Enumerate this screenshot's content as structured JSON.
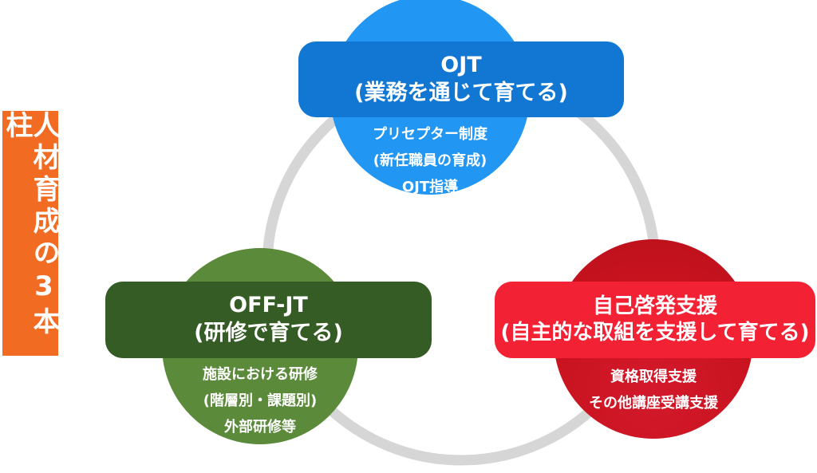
{
  "side_label": "人材育成の3本柱",
  "ojt": {
    "title": "OJT",
    "subtitle": "(業務を通じて育てる)",
    "items": [
      "プリセプター制度",
      "(新任職員の育成)",
      "OJT指導"
    ]
  },
  "off_jt": {
    "title": "OFF-JT",
    "subtitle": "(研修で育てる)",
    "items": [
      "施設における研修",
      "(階層別・課題別)",
      "外部研修等"
    ]
  },
  "self_dev": {
    "title": "自己啓発支援",
    "subtitle": "(自主的な取組を支援して育てる)",
    "items": [
      "資格取得支援",
      "その他講座受講支援"
    ]
  },
  "colors": {
    "ojt_circle": "#2196f3",
    "ojt_banner": "#1277d2",
    "off_circle": "#5a8a3a",
    "off_banner": "#345c24",
    "self_circle": "#c8131f",
    "self_banner": "#f22133",
    "side_label": "#f26b22",
    "ring": "#d6d6d6"
  }
}
